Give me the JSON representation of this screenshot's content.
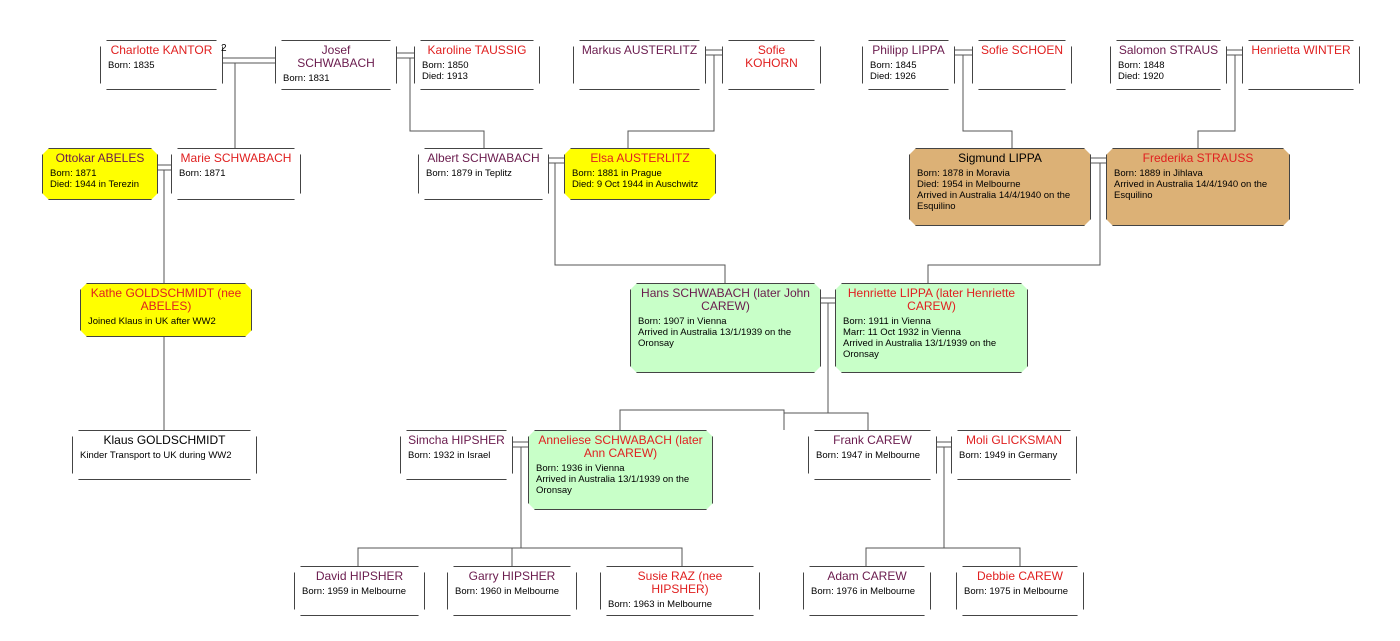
{
  "people": {
    "charlotte_kantor": {
      "name": "Charlotte KANTOR",
      "info": "Born: 1835"
    },
    "josef_schwabach": {
      "name": "Josef SCHWABACH",
      "info": "Born: 1831"
    },
    "karoline_taussig": {
      "name": "Karoline TAUSSIG",
      "info": "Born: 1850\nDied: 1913"
    },
    "markus_austerlitz": {
      "name": "Markus AUSTERLITZ",
      "info": ""
    },
    "sofie_kohorn": {
      "name": "Sofie KOHORN",
      "info": ""
    },
    "philipp_lippa": {
      "name": "Philipp LIPPA",
      "info": "Born: 1845\nDied: 1926"
    },
    "sofie_schoen": {
      "name": "Sofie SCHOEN",
      "info": ""
    },
    "salomon_straus": {
      "name": "Salomon STRAUS",
      "info": "Born: 1848\nDied: 1920"
    },
    "henrietta_winter": {
      "name": "Henrietta WINTER",
      "info": ""
    },
    "ottokar_abeles": {
      "name": "Ottokar ABELES",
      "info": "Born: 1871\nDied: 1944 in Terezin"
    },
    "marie_schwabach": {
      "name": "Marie SCHWABACH",
      "info": "Born: 1871"
    },
    "albert_schwabach": {
      "name": "Albert SCHWABACH",
      "info": "Born: 1879 in Teplitz"
    },
    "elsa_austerlitz": {
      "name": "Elsa AUSTERLITZ",
      "info": "Born: 1881 in Prague\nDied: 9 Oct 1944 in Auschwitz"
    },
    "sigmund_lippa": {
      "name": "Sigmund LIPPA",
      "info": "Born: 1878 in Moravia\nDied: 1954 in Melbourne\nArrived in Australia 14/4/1940 on the Esquilino"
    },
    "frederika_strauss": {
      "name": "Frederika STRAUSS",
      "info": "Born: 1889 in Jihlava\nArrived in Australia 14/4/1940 on the Esquilino"
    },
    "kathe_goldschmidt": {
      "name": "Kathe GOLDSCHMIDT (nee ABELES)",
      "info": "Joined Klaus in UK after WW2"
    },
    "hans_schwabach": {
      "name": "Hans SCHWABACH (later John CAREW)",
      "info": "Born: 1907 in Vienna\nArrived in Australia 13/1/1939 on the Oronsay"
    },
    "henriette_lippa": {
      "name": "Henriette LIPPA (later Henriette CAREW)",
      "info": "Born: 1911 in Vienna\nMarr: 11 Oct 1932 in Vienna\nArrived in Australia 13/1/1939 on the Oronsay"
    },
    "klaus_goldschmidt": {
      "name": "Klaus GOLDSCHMIDT",
      "info": "Kinder Transport to UK during WW2"
    },
    "simcha_hipsher": {
      "name": "Simcha HIPSHER",
      "info": "Born: 1932 in Israel"
    },
    "anneliese_schwabach": {
      "name": "Anneliese SCHWABACH (later Ann CAREW)",
      "info": "Born: 1936 in Vienna\nArrived in Australia 13/1/1939 on the Oronsay"
    },
    "frank_carew": {
      "name": "Frank CAREW",
      "info": "Born: 1947 in Melbourne"
    },
    "moli_glicksman": {
      "name": "Moli GLICKSMAN",
      "info": "Born: 1949 in Germany"
    },
    "david_hipsher": {
      "name": "David HIPSHER",
      "info": "Born: 1959 in Melbourne"
    },
    "garry_hipsher": {
      "name": "Garry HIPSHER",
      "info": "Born: 1960 in Melbourne"
    },
    "susie_raz": {
      "name": "Susie RAZ (nee HIPSHER)",
      "info": "Born: 1963 in Melbourne"
    },
    "adam_carew": {
      "name": "Adam CAREW",
      "info": "Born: 1976 in Melbourne"
    },
    "debbie_carew": {
      "name": "Debbie CAREW",
      "info": "Born: 1975 in Melbourne"
    }
  },
  "marriage_marker": "2",
  "colors": {
    "male_name": "#6a1b4d",
    "female_name": "#e02020",
    "highlight_yellow": "#ffff00",
    "highlight_gold": "#dcb176",
    "highlight_green": "#c8ffc8",
    "line": "#555555"
  }
}
